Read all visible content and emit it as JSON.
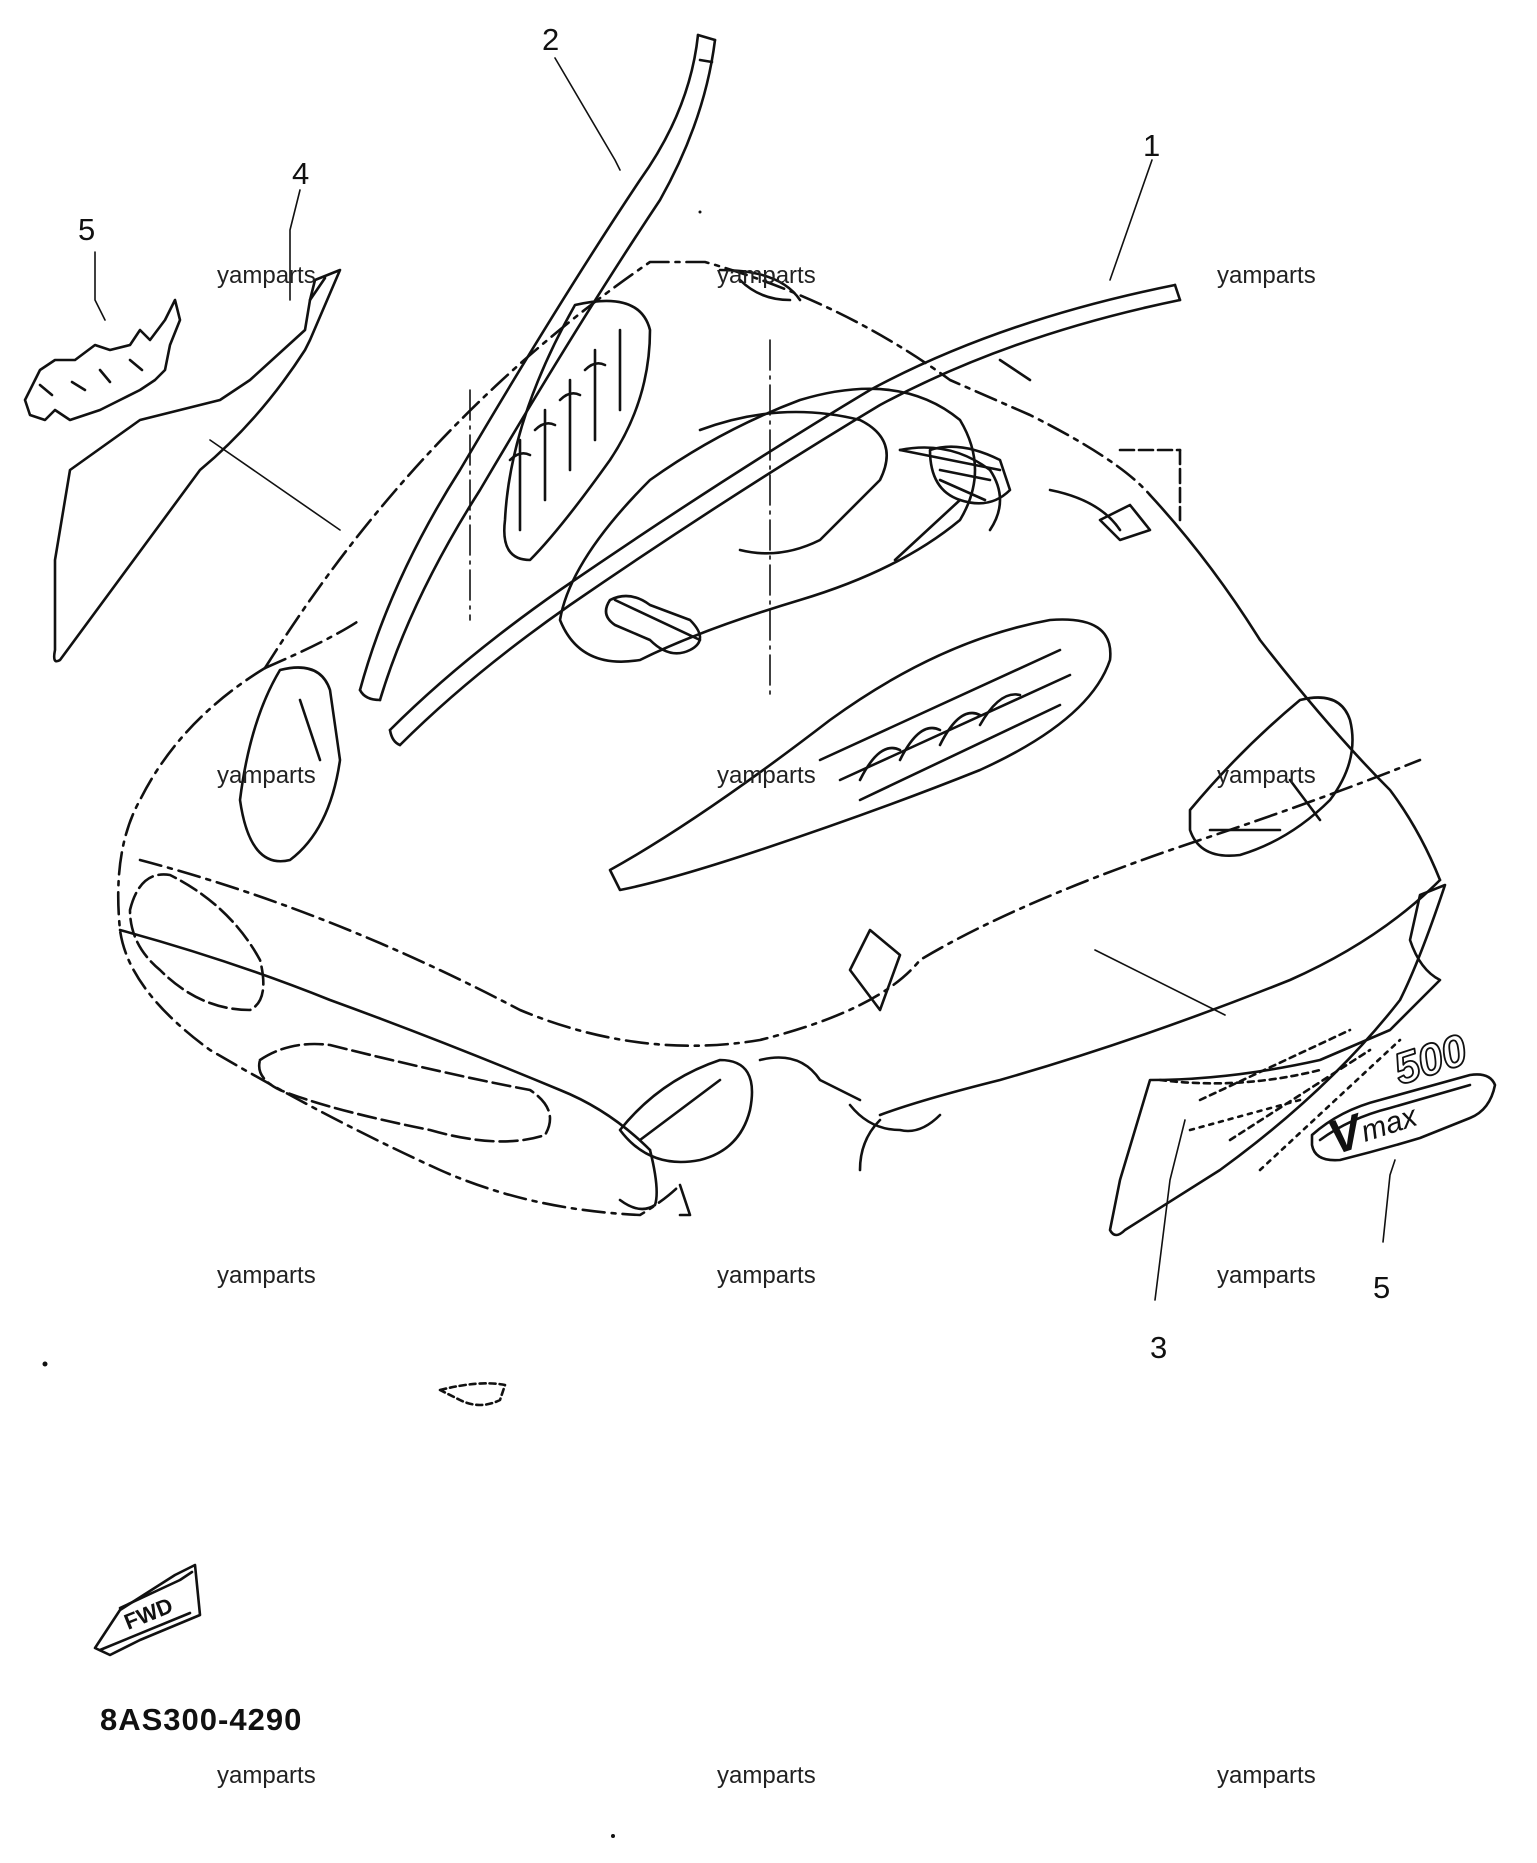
{
  "diagram": {
    "part_code": "8AS300-4290",
    "watermark": "yamparts",
    "watermarks": [
      "yamparts",
      "yamparts",
      "yamparts",
      "yamparts",
      "yamparts",
      "yamparts",
      "yamparts",
      "yamparts",
      "yamparts",
      "yamparts",
      "yamparts",
      "yamparts"
    ],
    "callouts": [
      "1",
      "2",
      "3",
      "4",
      "5",
      "5"
    ],
    "decal_text": {
      "model_main": "V",
      "model_sub": "max",
      "model_number": "500",
      "fwd_label": "FWD"
    }
  }
}
